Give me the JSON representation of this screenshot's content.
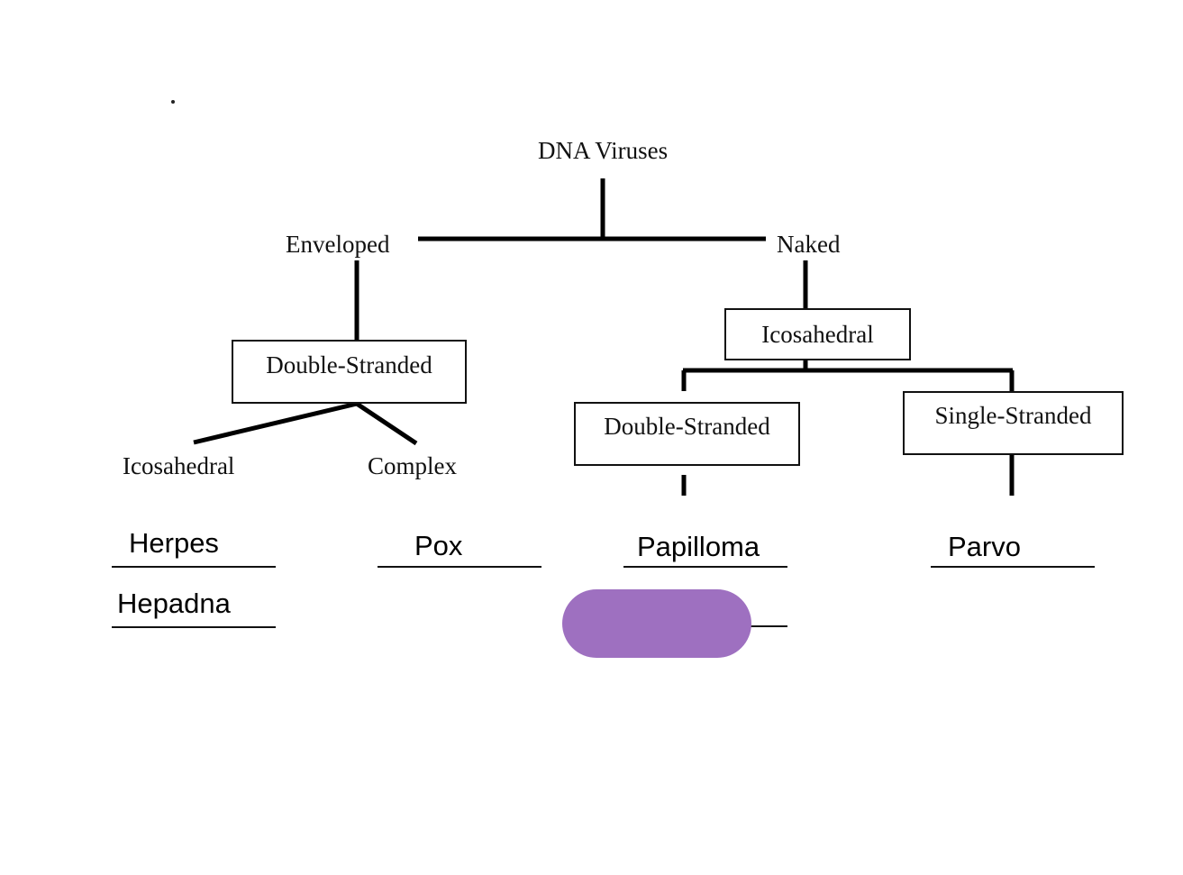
{
  "diagram": {
    "root": "DNA Viruses",
    "level1": {
      "left": "Enveloped",
      "right": "Naked"
    },
    "enveloped": {
      "strand_box": "Double-Stranded",
      "branches": [
        "Icosahedral",
        "Complex"
      ]
    },
    "naked": {
      "capsid_box": "Icosahedral",
      "strand_boxes": [
        "Double-Stranded",
        "Single-Stranded"
      ]
    },
    "answers": {
      "icosahedral_enveloped": [
        "Herpes",
        "Hepadna"
      ],
      "complex": [
        "Pox"
      ],
      "naked_double_stranded": [
        "Papilloma",
        ""
      ],
      "naked_single_stranded": [
        "Parvo"
      ]
    },
    "cover_shape": {
      "color": "#9E70C0",
      "purpose": "hidden answer"
    }
  }
}
